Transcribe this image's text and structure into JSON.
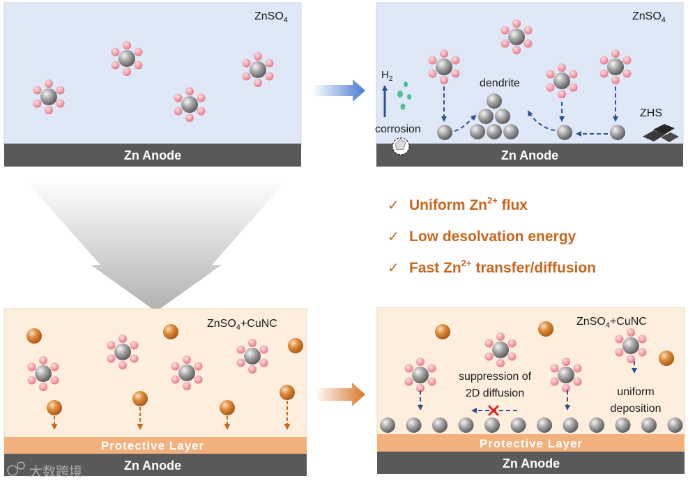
{
  "panels": {
    "top_left": {
      "electrolyte": "ZnSO",
      "electrolyte_sub": "4",
      "anode": "Zn Anode"
    },
    "top_right": {
      "electrolyte": "ZnSO",
      "electrolyte_sub": "4",
      "anode": "Zn Anode",
      "h2_label": "H",
      "h2_sub": "2",
      "dendrite_label": "dendrite",
      "corrosion_label": "corrosion",
      "zhs_label": "ZHS"
    },
    "bottom_left": {
      "electrolyte": "ZnSO",
      "electrolyte_sub": "4",
      "electrolyte_suffix": "+CuNC",
      "protective_layer": "Protective  Layer",
      "anode": "Zn Anode"
    },
    "bottom_right": {
      "electrolyte": "ZnSO",
      "electrolyte_sub": "4",
      "electrolyte_suffix": "+CuNC",
      "protective_layer": "Protective  Layer",
      "anode": "Zn Anode",
      "suppression_line1": "suppression of",
      "suppression_line2": "2D diffusion",
      "uniform_line1": "uniform",
      "uniform_line2": "deposition"
    }
  },
  "advantages": [
    {
      "check": "✓",
      "text_before": "Uniform Zn",
      "sup": "2+",
      "text_after": " flux"
    },
    {
      "check": "✓",
      "text_before": "Low desolvation energy",
      "sup": "",
      "text_after": ""
    },
    {
      "check": "✓",
      "text_before": "Fast Zn",
      "sup": "2+",
      "text_after": " transfer/diffusion"
    }
  ],
  "watermark": "大数跨境",
  "colors": {
    "electrolyte_blue": "#dfe8f7",
    "electrolyte_peach": "#fdeedd",
    "anode_gray": "#595959",
    "protective_layer": "#f2b07d",
    "arrow_blue": "#2f4f8f",
    "arrow_orange": "#c8661e",
    "accent_text": "#c8661e",
    "water_pink": "#f28b98",
    "zn_gray": "#8f8f8f",
    "cunc_orange": "#d9862f"
  },
  "icons": [
    "ion-cluster-icon",
    "zn-atom-icon",
    "cunc-particle-icon",
    "h2-bubble-icon",
    "zhs-flake-icon",
    "corrosion-pit-icon",
    "check-icon",
    "cross-mark-icon"
  ]
}
